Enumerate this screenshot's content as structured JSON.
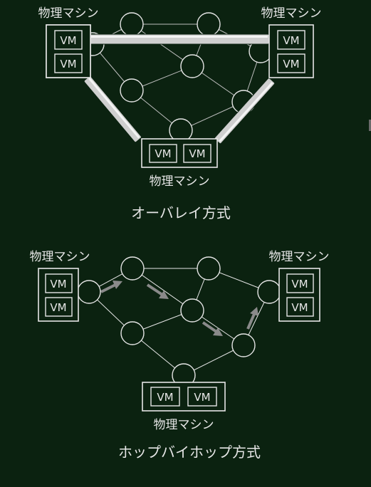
{
  "overlay": {
    "machines": {
      "top_left": {
        "label": "物理マシン",
        "vms": [
          "VM",
          "VM"
        ]
      },
      "top_right": {
        "label": "物理マシン",
        "vms": [
          "VM",
          "VM"
        ]
      },
      "bottom": {
        "label": "物理マシン",
        "vms": [
          "VM",
          "VM"
        ]
      }
    },
    "caption": "オーバレイ方式"
  },
  "hop": {
    "machines": {
      "left": {
        "label": "物理マシン",
        "vms": [
          "VM",
          "VM"
        ]
      },
      "right": {
        "label": "物理マシン",
        "vms": [
          "VM",
          "VM"
        ]
      },
      "bottom": {
        "label": "物理マシン",
        "vms": [
          "VM",
          "VM"
        ]
      }
    },
    "caption": "ホップバイホップ方式"
  },
  "colors": {
    "background": "#0b2210",
    "foreground": "#e6e6e6",
    "arrow": "#8a8a8a"
  }
}
